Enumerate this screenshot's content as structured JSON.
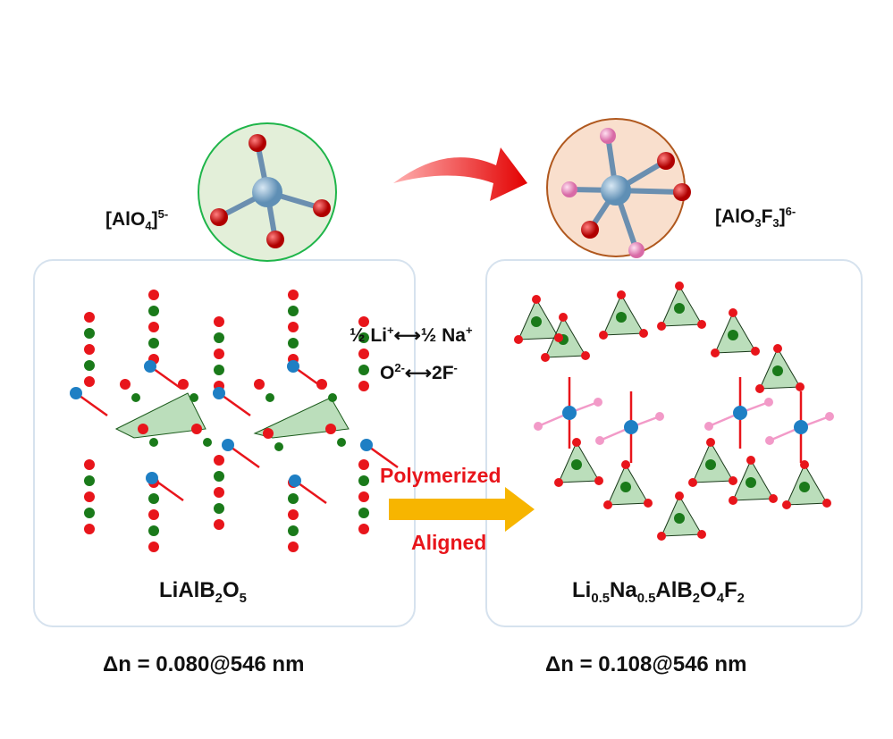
{
  "left": {
    "ion_label": "[AlO",
    "ion_sub": "4",
    "ion_charge": "5-",
    "formula": [
      "LiAlB",
      "2",
      "O",
      "5"
    ],
    "birefringence": "Δn = 0.080@546 nm"
  },
  "right": {
    "ion_label": "[AlO",
    "ion_sub1": "3",
    "ion_mid": "F",
    "ion_sub2": "3",
    "ion_end": "]",
    "ion_charge": "6-",
    "formula": [
      "Li",
      "0.5",
      "Na",
      "0.5",
      "AlB",
      "2",
      "O",
      "4",
      "F",
      "2"
    ],
    "birefringence": "Δn = 0.108@546 nm"
  },
  "substitution": {
    "line1_a": "½ Li",
    "line1_a_charge": "+",
    "line1_b": "½ Na",
    "line1_b_charge": "+",
    "line2_a": "O",
    "line2_a_charge": "2-",
    "line2_b": "2F",
    "line2_b_charge": "-"
  },
  "arrow_labels": {
    "top": "Polymerized",
    "bottom": "Aligned"
  },
  "colors": {
    "oxygen": "#e8151b",
    "boron": "#1a7a1a",
    "aluminum": "#1e7fc4",
    "fluorine": "#f29ac8",
    "arrow": "#f7b500",
    "label_red": "#e8151b"
  }
}
